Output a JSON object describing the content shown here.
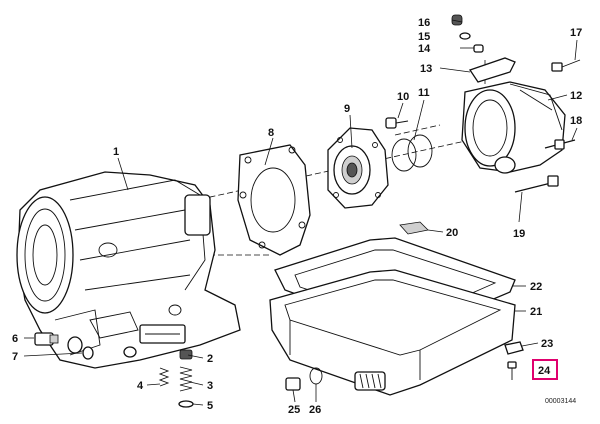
{
  "diagram": {
    "reference_code": "00003144",
    "highlight_color": "#e0006e",
    "highlighted_callout": "24",
    "callouts": [
      {
        "id": "c1",
        "label": "1"
      },
      {
        "id": "c2",
        "label": "2"
      },
      {
        "id": "c3",
        "label": "3"
      },
      {
        "id": "c4",
        "label": "4"
      },
      {
        "id": "c5",
        "label": "5"
      },
      {
        "id": "c6",
        "label": "6"
      },
      {
        "id": "c7",
        "label": "7"
      },
      {
        "id": "c8",
        "label": "8"
      },
      {
        "id": "c9",
        "label": "9"
      },
      {
        "id": "c10",
        "label": "10"
      },
      {
        "id": "c11",
        "label": "11"
      },
      {
        "id": "c12",
        "label": "12"
      },
      {
        "id": "c13",
        "label": "13"
      },
      {
        "id": "c14",
        "label": "14"
      },
      {
        "id": "c15",
        "label": "15"
      },
      {
        "id": "c16",
        "label": "16"
      },
      {
        "id": "c17",
        "label": "17"
      },
      {
        "id": "c18",
        "label": "18"
      },
      {
        "id": "c19",
        "label": "19"
      },
      {
        "id": "c20",
        "label": "20"
      },
      {
        "id": "c21",
        "label": "21"
      },
      {
        "id": "c22",
        "label": "22"
      },
      {
        "id": "c23",
        "label": "23"
      },
      {
        "id": "c24",
        "label": "24"
      },
      {
        "id": "c25",
        "label": "25"
      },
      {
        "id": "c26",
        "label": "26"
      }
    ]
  }
}
